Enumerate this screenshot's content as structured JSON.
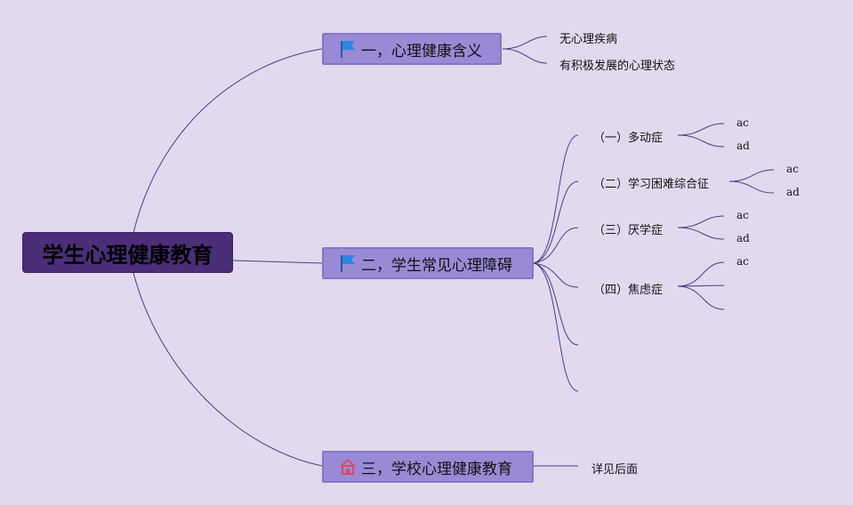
{
  "root": {
    "label": "学生心理健康教育"
  },
  "branches": [
    {
      "label": "一，心理健康含义",
      "icon": "flag-icon",
      "children": [
        "无心理疾病",
        "有积极发展的心理状态"
      ]
    },
    {
      "label": "二，学生常见心理障碍",
      "icon": "flag-icon",
      "children": [
        {
          "label": "（一）多动症",
          "children": [
            "ac",
            "ad"
          ]
        },
        {
          "label": "（二）学习困难综合征",
          "children": [
            "ac",
            "ad"
          ]
        },
        {
          "label": "（三）厌学症",
          "children": [
            "ac",
            "ad"
          ]
        },
        {
          "label": "（四）焦虑症",
          "children": [
            "ac"
          ]
        }
      ]
    },
    {
      "label": "三，学校心理健康教育",
      "icon": "home-icon",
      "children": [
        "详见后面"
      ]
    }
  ],
  "colors": {
    "background": "#e3d9ee",
    "root": "#4b2e78",
    "branch": "#9a8ad6",
    "line": "#4a3d86",
    "flag": "#2e86de",
    "home": "#d64a6a"
  }
}
